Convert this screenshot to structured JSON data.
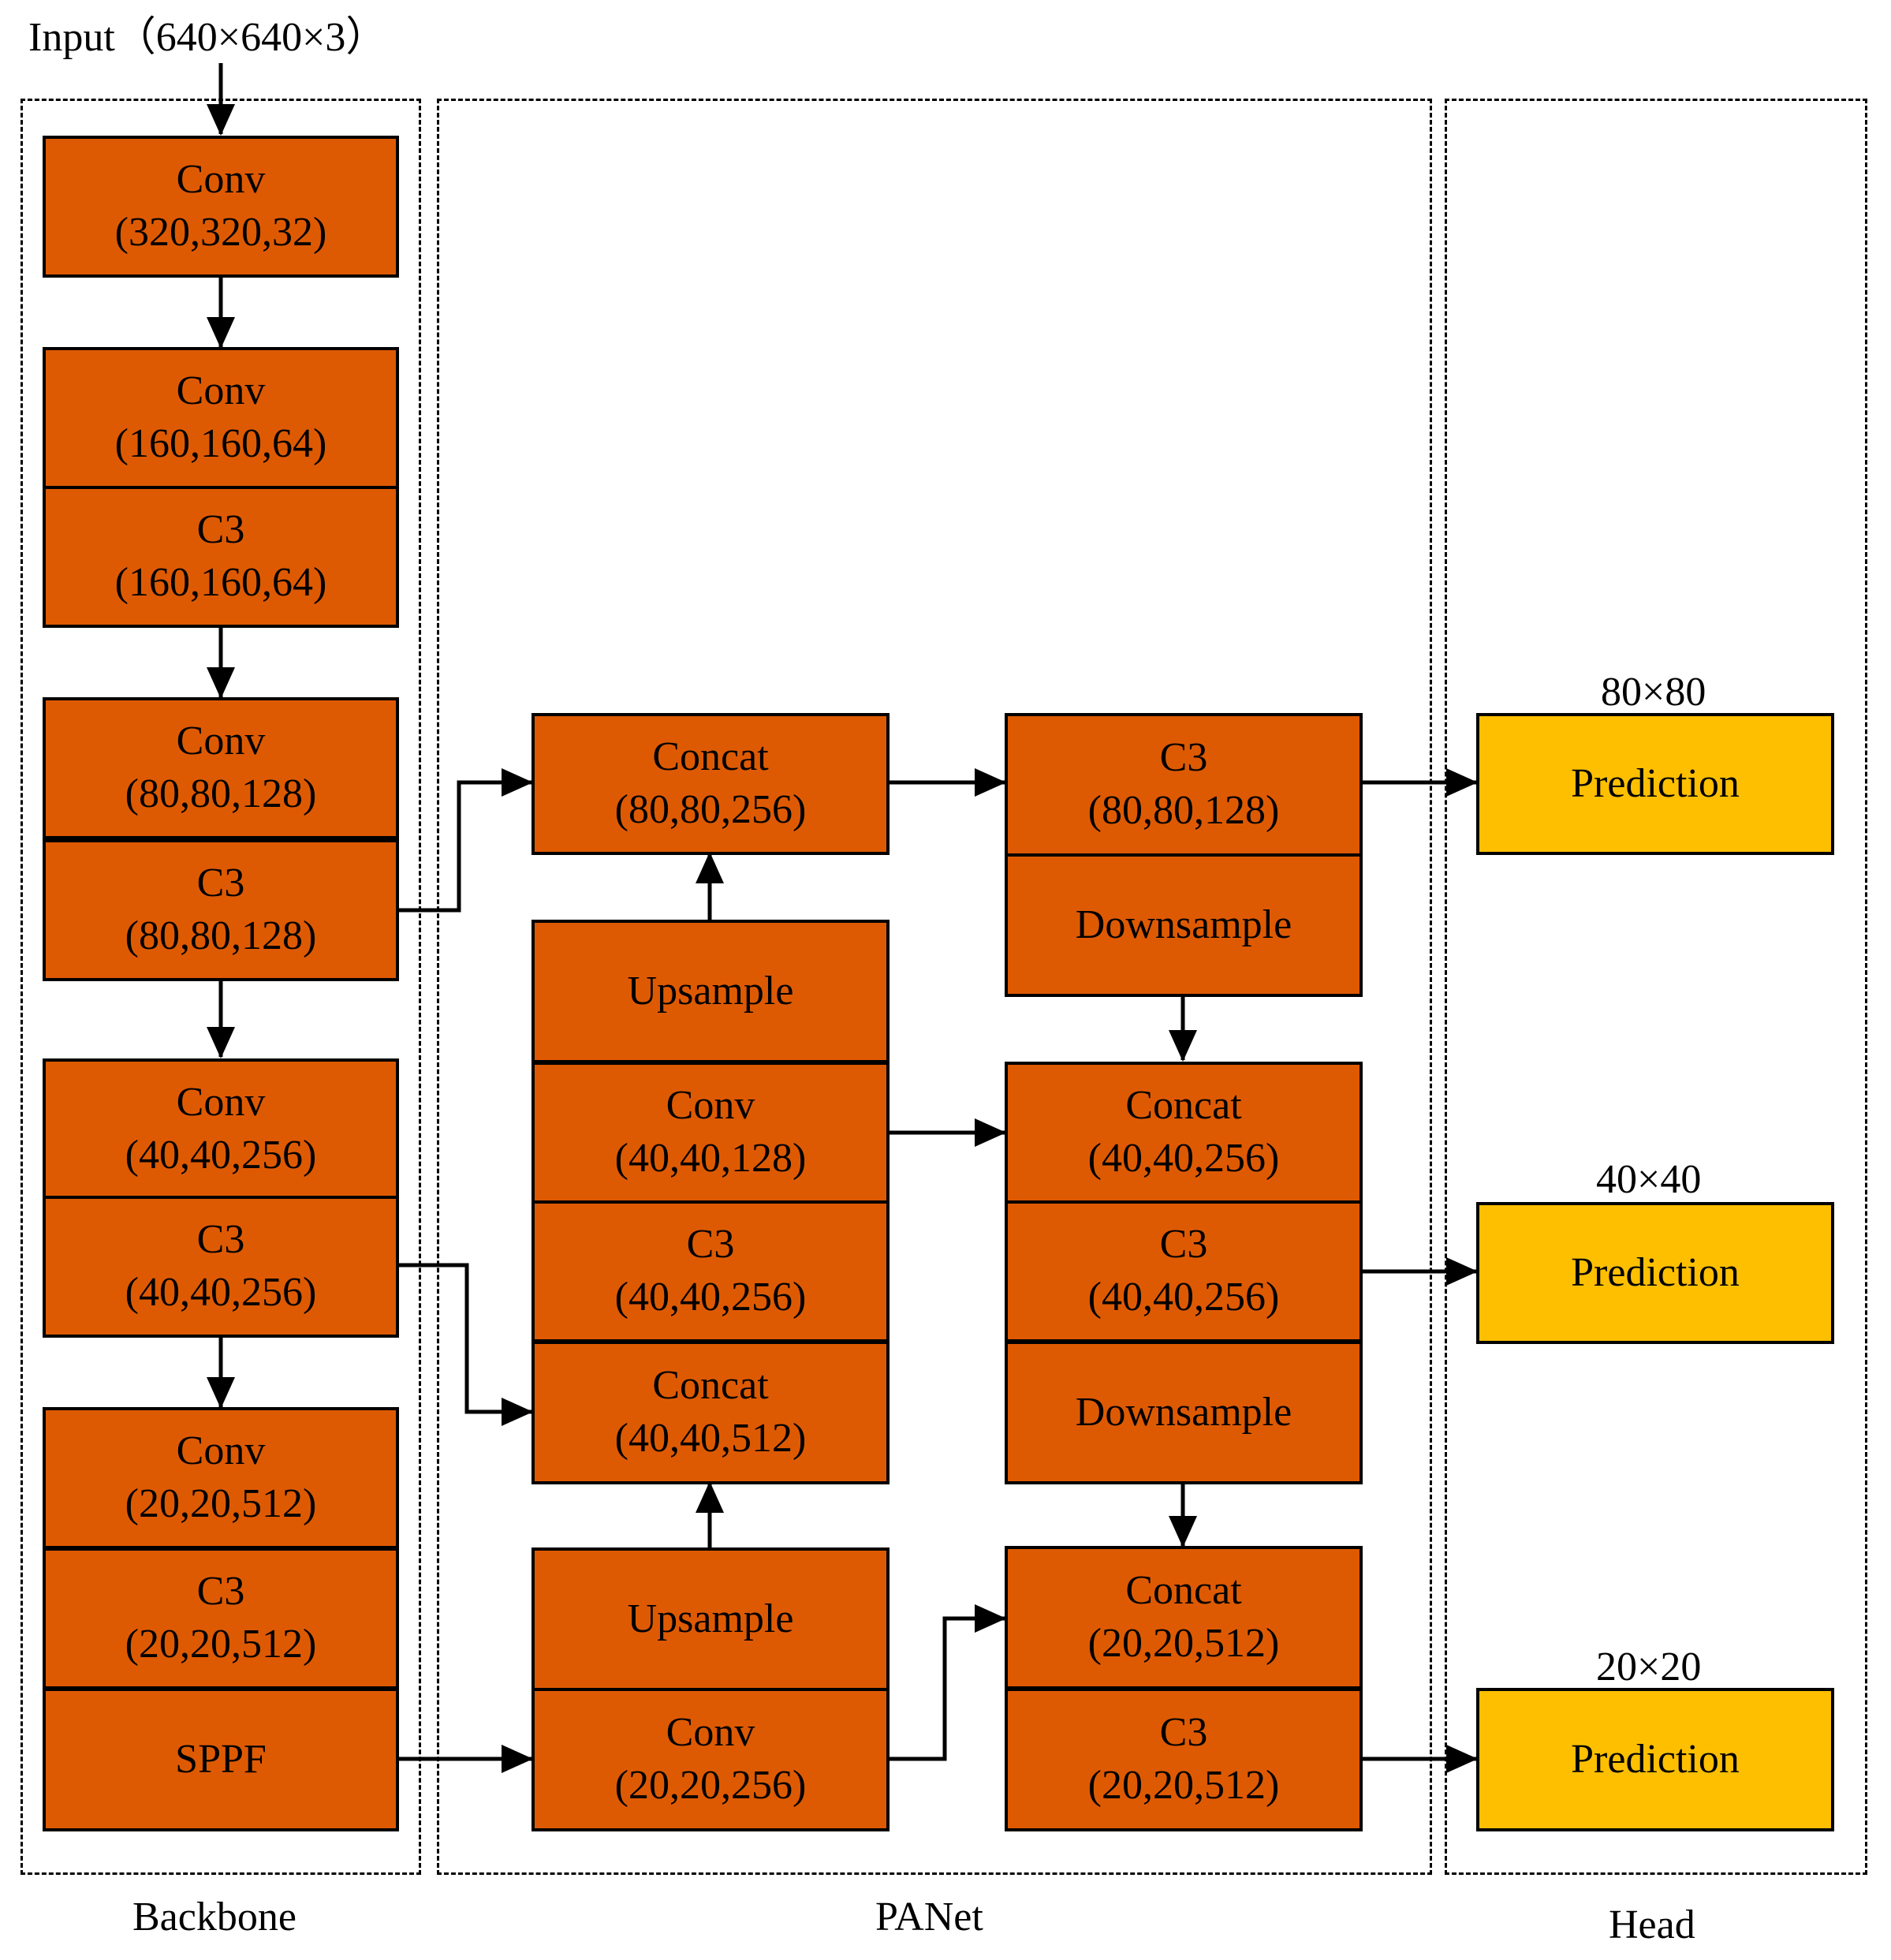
{
  "input_label": "Input（640×640×3）",
  "sections": {
    "backbone": "Backbone",
    "panet": "PANet",
    "head": "Head"
  },
  "backbone": [
    {
      "name": "Conv",
      "shape": "(320,320,32)"
    },
    {
      "name": "Conv",
      "shape": "(160,160,64)"
    },
    {
      "name": "C3",
      "shape": "(160,160,64)"
    },
    {
      "name": "Conv",
      "shape": "(80,80,128)"
    },
    {
      "name": "C3",
      "shape": "(80,80,128)"
    },
    {
      "name": "Conv",
      "shape": "(40,40,256)"
    },
    {
      "name": "C3",
      "shape": "(40,40,256)"
    },
    {
      "name": "Conv",
      "shape": "(20,20,512)"
    },
    {
      "name": "C3",
      "shape": "(20,20,512)"
    },
    {
      "name": "SPPF",
      "shape": ""
    }
  ],
  "panet_left": [
    {
      "name": "Concat",
      "shape": "(80,80,256)"
    },
    {
      "name": "Upsample",
      "shape": ""
    },
    {
      "name": "Conv",
      "shape": "(40,40,128)"
    },
    {
      "name": "C3",
      "shape": "(40,40,256)"
    },
    {
      "name": "Concat",
      "shape": "(40,40,512)"
    },
    {
      "name": "Upsample",
      "shape": ""
    },
    {
      "name": "Conv",
      "shape": "(20,20,256)"
    }
  ],
  "panet_right": [
    {
      "name": "C3",
      "shape": "(80,80,128)"
    },
    {
      "name": "Downsample",
      "shape": ""
    },
    {
      "name": "Concat",
      "shape": "(40,40,256)"
    },
    {
      "name": "C3",
      "shape": "(40,40,256)"
    },
    {
      "name": "Downsample",
      "shape": ""
    },
    {
      "name": "Concat",
      "shape": "(20,20,512)"
    },
    {
      "name": "C3",
      "shape": "(20,20,512)"
    }
  ],
  "head": [
    {
      "size": "80×80",
      "label": "Prediction"
    },
    {
      "size": "40×40",
      "label": "Prediction"
    },
    {
      "size": "20×20",
      "label": "Prediction"
    }
  ],
  "colors": {
    "block": "#de5a02",
    "prediction": "#fdbf00",
    "line": "#000000"
  }
}
